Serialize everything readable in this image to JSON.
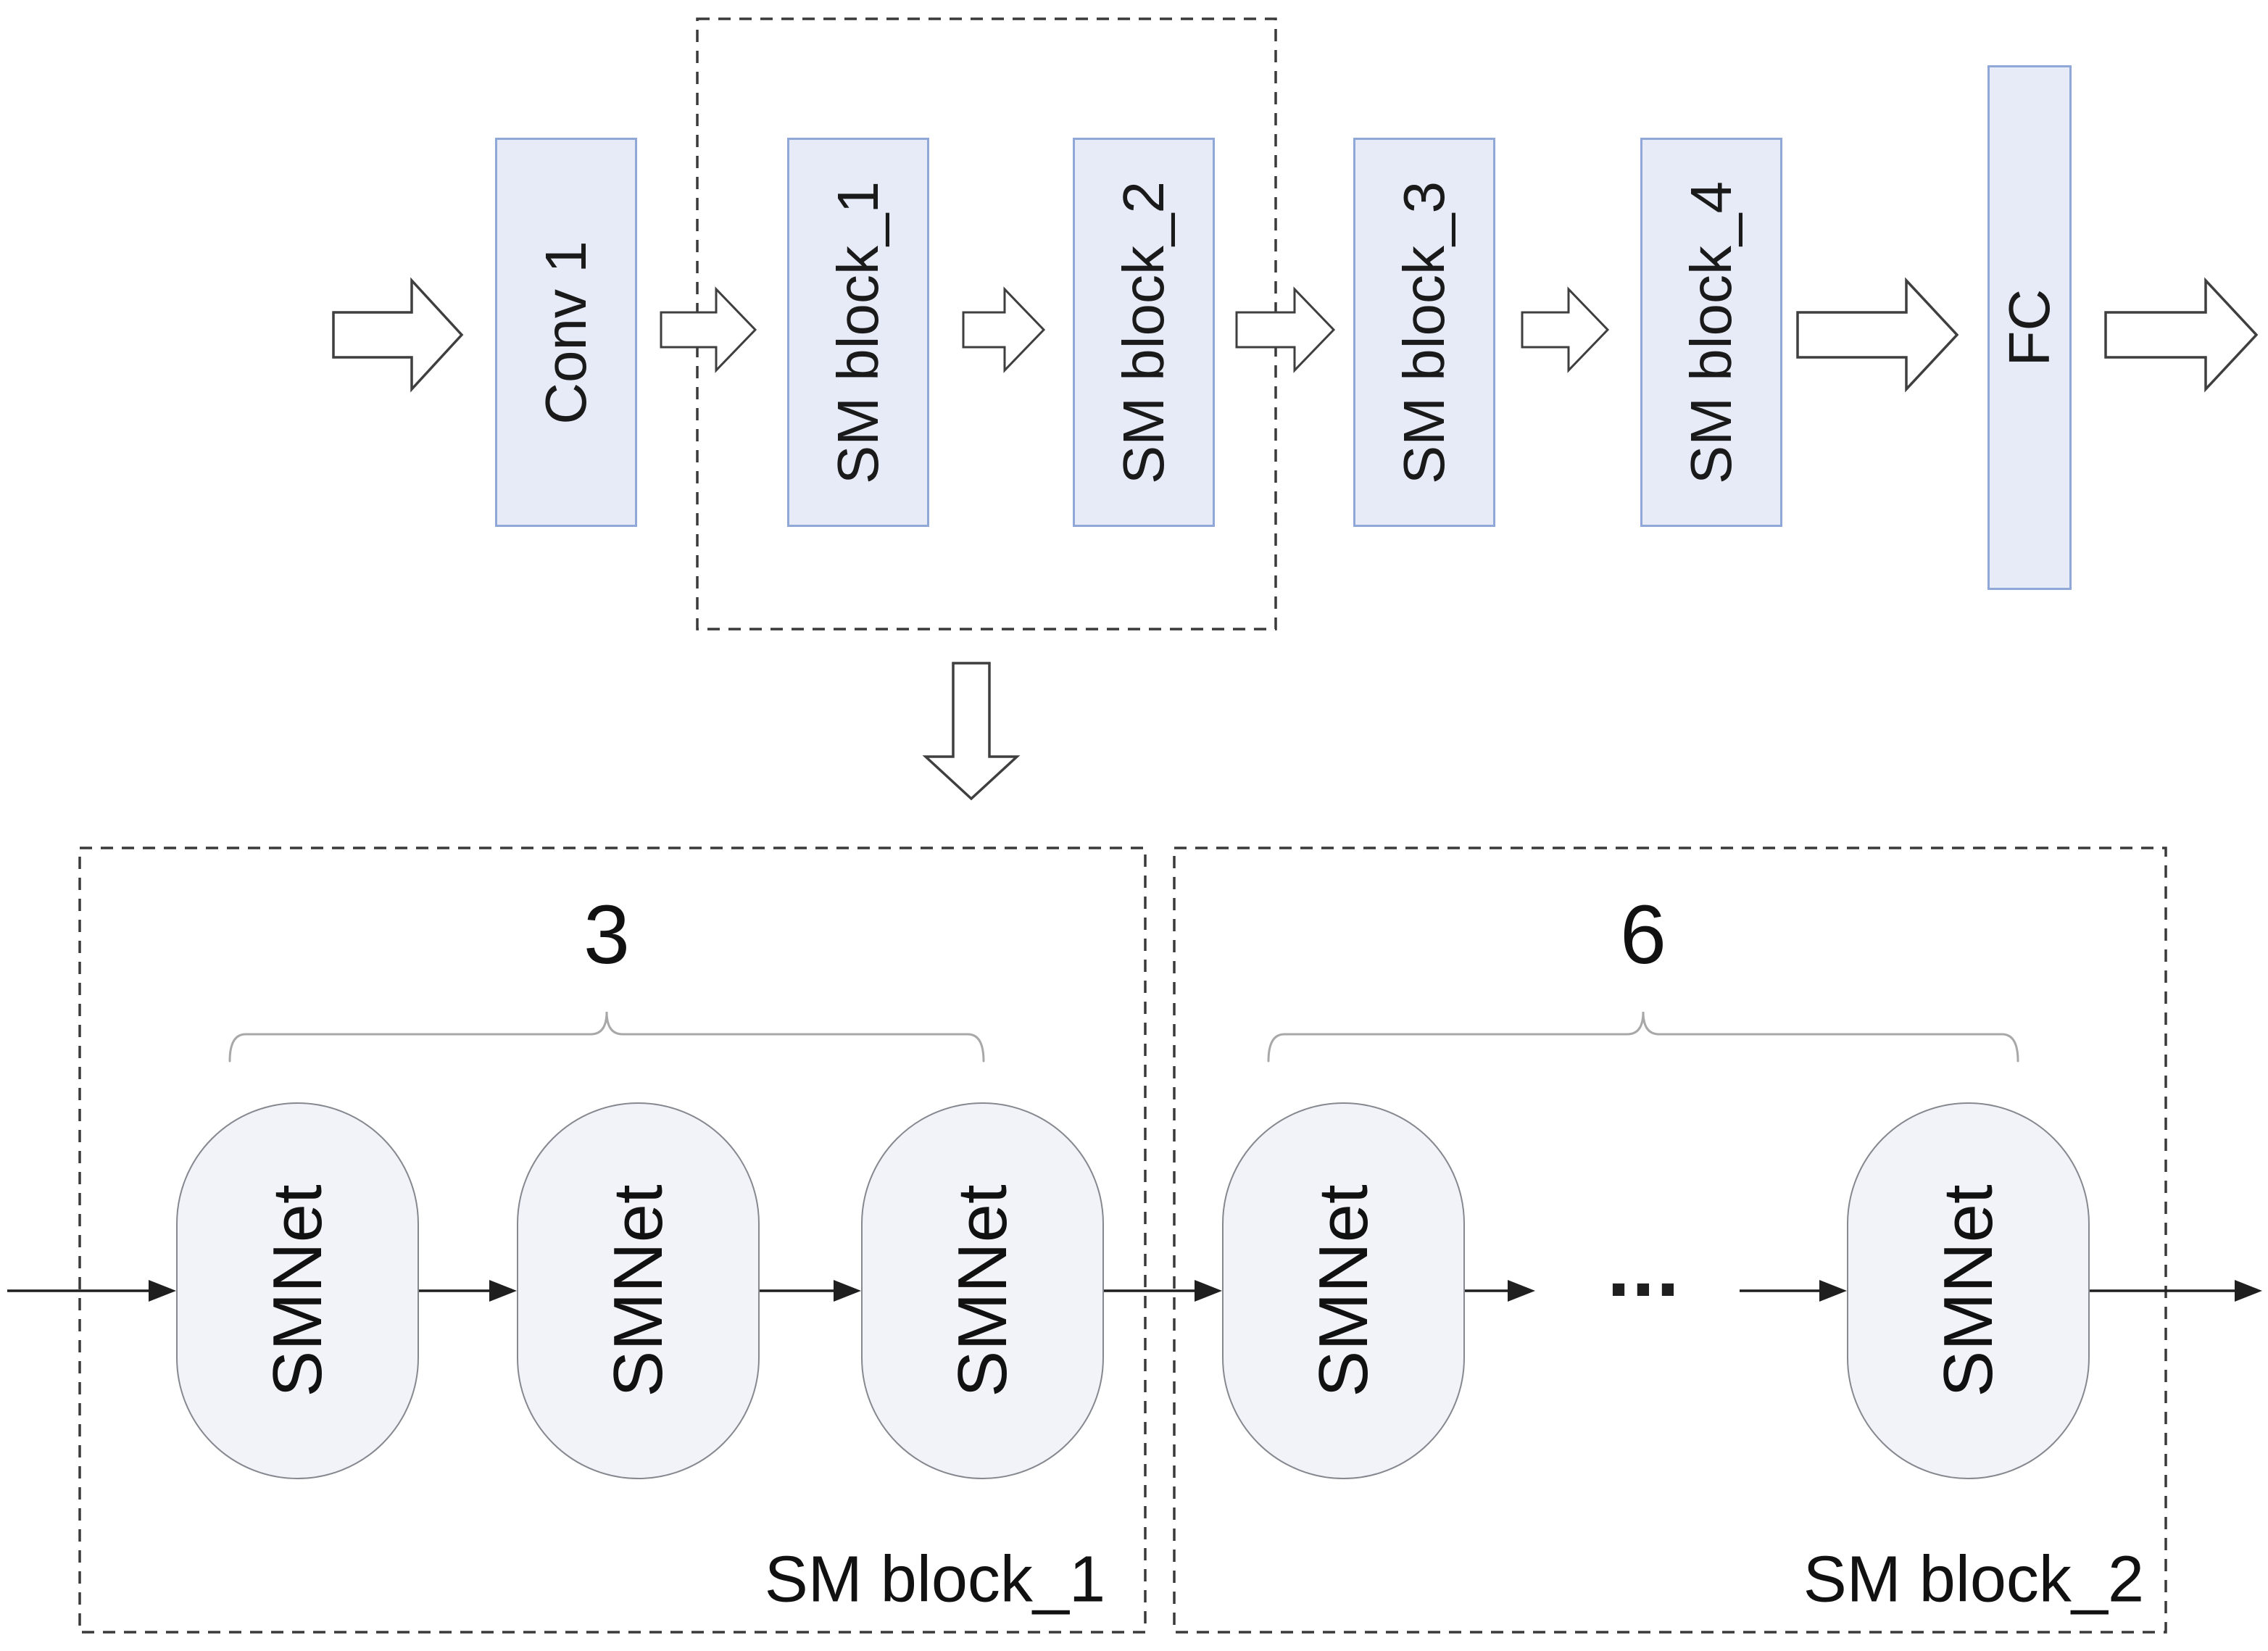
{
  "pipeline": {
    "blocks": [
      {
        "label": "Conv 1"
      },
      {
        "label": "SM block_1"
      },
      {
        "label": "SM block_2"
      },
      {
        "label": "SM block_3"
      },
      {
        "label": "SM block_4"
      },
      {
        "label": "FC"
      }
    ]
  },
  "detail": {
    "left_group": {
      "name": "SM block_1",
      "repeat_count": "3",
      "units": [
        "SMNet",
        "SMNet",
        "SMNet"
      ]
    },
    "right_group": {
      "name": "SM block_2",
      "repeat_count": "6",
      "units": [
        "SMNet",
        "SMNet"
      ],
      "ellipsis": "..."
    }
  },
  "colors": {
    "block_fill": "#e6ebf7",
    "block_border": "#8fa8d8",
    "capsule_fill": "#f1f3f9",
    "capsule_border": "#85898f",
    "dashed_border": "#3a3a3a",
    "flow_line": "#1f1f1f",
    "brace": "#a8a8a8",
    "text": "#1a1a1a"
  }
}
